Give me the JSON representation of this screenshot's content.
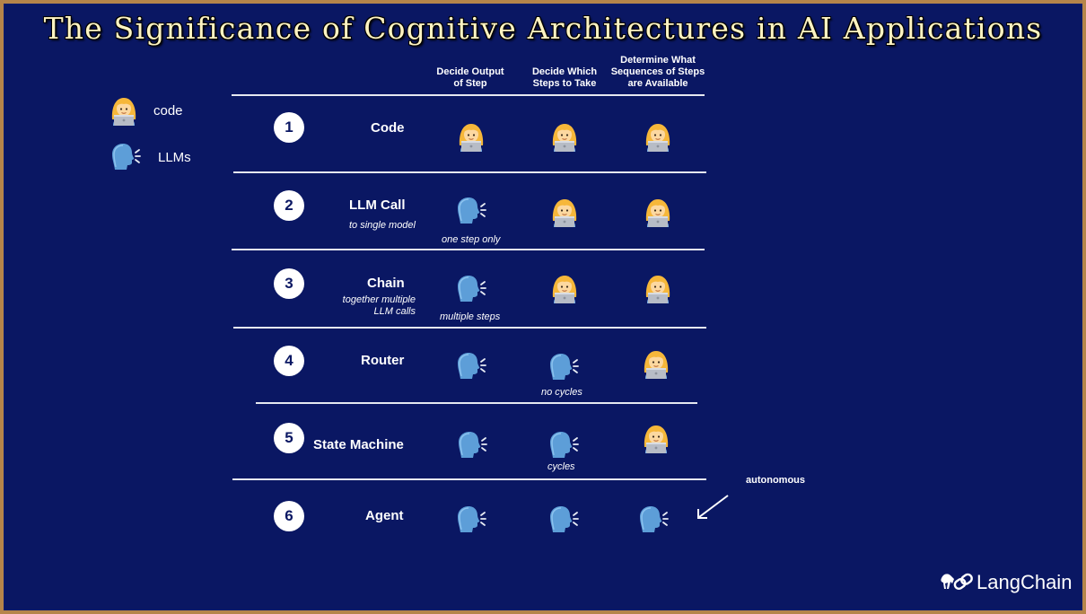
{
  "title": "The Significance of Cognitive Architectures in AI Applications",
  "legend": [
    {
      "icon": "coder-icon",
      "label": "code"
    },
    {
      "icon": "speaking-head-icon",
      "label": "LLMs"
    }
  ],
  "columns": [
    "Decide Output of Step",
    "Decide Which Steps to Take",
    "Determine What Sequences of Steps are Available"
  ],
  "column_lines": [
    [
      "Decide Output",
      "of Step"
    ],
    [
      "Decide Which",
      "Steps to Take"
    ],
    [
      "Determine What",
      "Sequences of Steps",
      "are Available"
    ]
  ],
  "rows": [
    {
      "num": "1",
      "name": "Code",
      "sub": [],
      "cells": [
        "code",
        "code",
        "code"
      ],
      "note": null
    },
    {
      "num": "2",
      "name": "LLM Call",
      "sub": [
        "to single model"
      ],
      "cells": [
        "llm",
        "code",
        "code"
      ],
      "note": "one step only"
    },
    {
      "num": "3",
      "name": "Chain",
      "sub": [
        "together multiple",
        "LLM calls"
      ],
      "cells": [
        "llm",
        "code",
        "code"
      ],
      "note": "multiple steps"
    },
    {
      "num": "4",
      "name": "Router",
      "sub": [],
      "cells": [
        "llm",
        "llm",
        "code"
      ],
      "note": "no cycles"
    },
    {
      "num": "5",
      "name": "State Machine",
      "sub": [],
      "cells": [
        "llm",
        "llm",
        "code"
      ],
      "note": "cycles"
    },
    {
      "num": "6",
      "name": "Agent",
      "sub": [],
      "cells": [
        "llm",
        "llm",
        "llm"
      ],
      "note": null
    }
  ],
  "annotation": "autonomous",
  "logo": "LangChain"
}
